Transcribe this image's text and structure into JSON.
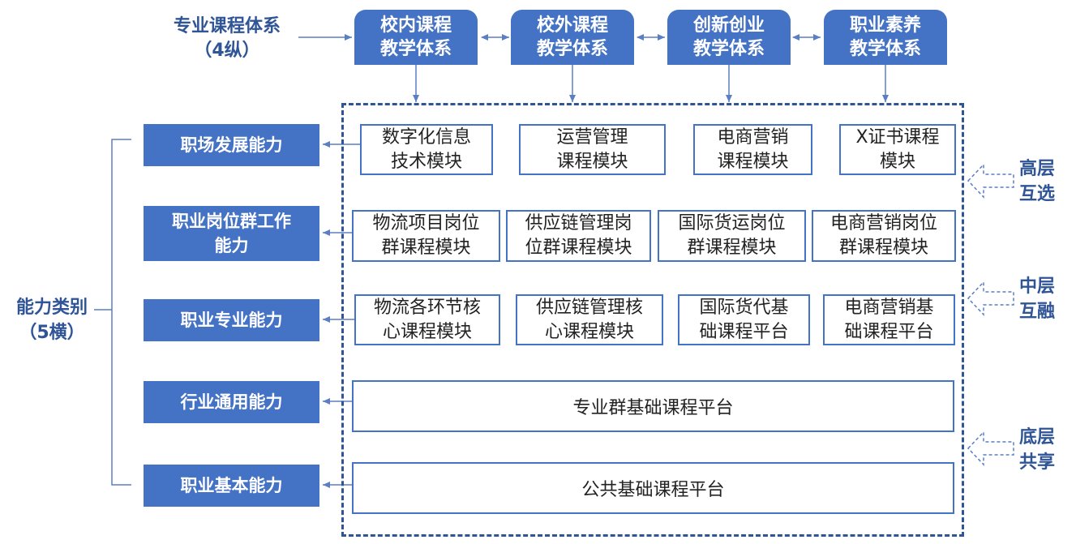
{
  "header": {
    "label_line1": "专业课程体系",
    "label_line2": "（4纵）"
  },
  "systems": [
    {
      "line1": "校内课程",
      "line2": "教学体系"
    },
    {
      "line1": "校外课程",
      "line2": "教学体系"
    },
    {
      "line1": "创新创业",
      "line2": "教学体系"
    },
    {
      "line1": "职业素养",
      "line2": "教学体系"
    }
  ],
  "ability": {
    "label_line1": "能力类别",
    "label_line2": "（5横）"
  },
  "capabilities": [
    {
      "line1": "职场发展能力",
      "line2": ""
    },
    {
      "line1": "职业岗位群工作",
      "line2": "能力"
    },
    {
      "line1": "职业专业能力",
      "line2": ""
    },
    {
      "line1": "行业通用能力",
      "line2": ""
    },
    {
      "line1": "职业基本能力",
      "line2": ""
    }
  ],
  "modules": {
    "row1": [
      {
        "line1": "数字化信息",
        "line2": "技术模块"
      },
      {
        "line1": "运营管理",
        "line2": "课程模块"
      },
      {
        "line1": "电商营销",
        "line2": "课程模块"
      },
      {
        "line1": "X证书课程",
        "line2": "模块"
      }
    ],
    "row2": [
      {
        "line1": "物流项目岗位",
        "line2": "群课程模块"
      },
      {
        "line1": "供应链管理岗",
        "line2": "位群课程模块"
      },
      {
        "line1": "国际货运岗位",
        "line2": "群课程模块"
      },
      {
        "line1": "电商营销岗位",
        "line2": "群课程模块"
      }
    ],
    "row3": [
      {
        "line1": "物流各环节核",
        "line2": "心课程模块"
      },
      {
        "line1": "供应链管理核",
        "line2": "心课程模块"
      },
      {
        "line1": "国际货代基",
        "line2": "础课程平台"
      },
      {
        "line1": "电商营销基",
        "line2": "础课程平台"
      }
    ]
  },
  "platforms": {
    "professional": "专业群基础课程平台",
    "public": "公共基础课程平台"
  },
  "layers": [
    {
      "line1": "高层",
      "line2": "互选"
    },
    {
      "line1": "中层",
      "line2": "互融"
    },
    {
      "line1": "底层",
      "line2": "共享"
    }
  ],
  "colors": {
    "primary": "#4472c4",
    "text_accent": "#2f5597",
    "arrow": "#5b7fc4"
  }
}
